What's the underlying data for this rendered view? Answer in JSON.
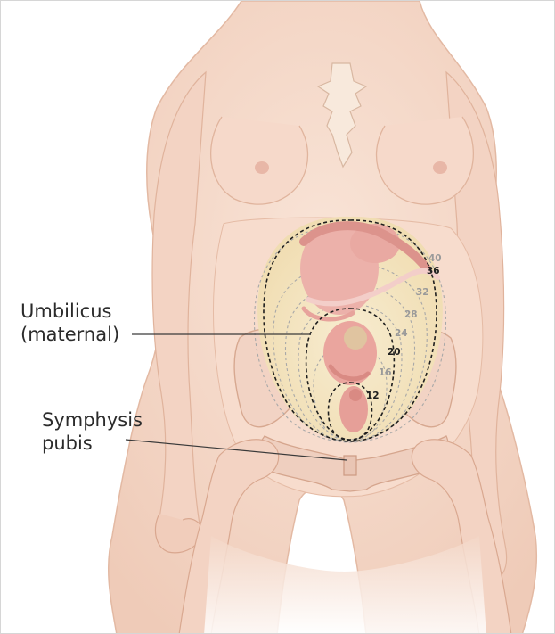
{
  "labels": {
    "umbilicus_line1": "Umbilicus",
    "umbilicus_line2": "(maternal)",
    "symphysis_line1": "Symphysis",
    "symphysis_line2": "pubis"
  },
  "fundal_heights": [
    {
      "week": "40",
      "emphasis": false
    },
    {
      "week": "36",
      "emphasis": true
    },
    {
      "week": "32",
      "emphasis": false
    },
    {
      "week": "28",
      "emphasis": false
    },
    {
      "week": "24",
      "emphasis": false
    },
    {
      "week": "20",
      "emphasis": true
    },
    {
      "week": "16",
      "emphasis": false
    },
    {
      "week": "12",
      "emphasis": true
    }
  ],
  "colors": {
    "skin": "#f6dccd",
    "skin_shadow": "#e9bfa9",
    "uterus_fill": "#f4e6c2",
    "fetus": "#eba7a3",
    "dashed_emphasis": "#1f1f1f",
    "dashed_light": "#a8a8a8",
    "week_emphasis": "#1f1f1f",
    "week_light": "#9a9a9a"
  }
}
